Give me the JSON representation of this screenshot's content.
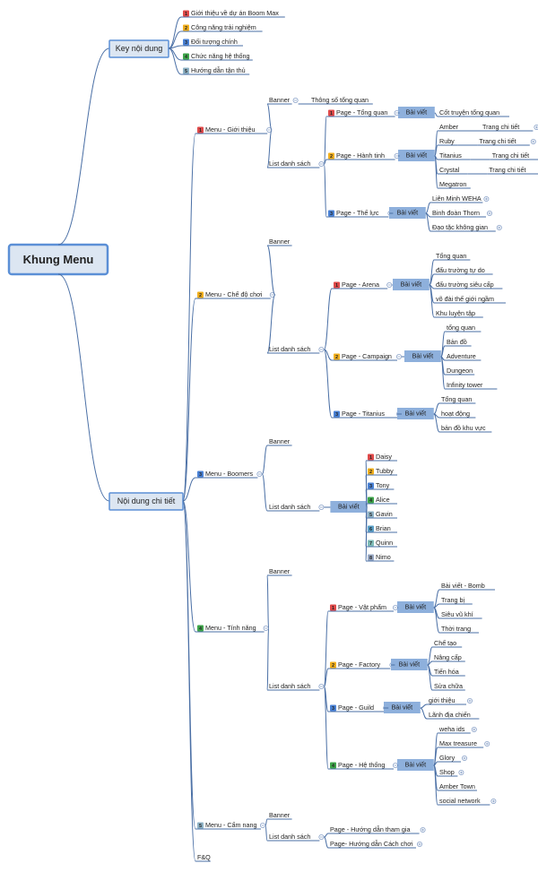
{
  "root": {
    "label": "Khung Menu"
  },
  "key_section": {
    "label": "Key nội dung",
    "items": [
      {
        "num": "1",
        "color": "#e04a4a",
        "label": "Giới thiệu về dự án Boom Max"
      },
      {
        "num": "2",
        "color": "#f2b01e",
        "label": "Công năng trải nghiệm"
      },
      {
        "num": "3",
        "color": "#4a82d6",
        "label": "Đối tượng chính"
      },
      {
        "num": "4",
        "color": "#3fa64b",
        "label": "Chức năng hệ thống"
      },
      {
        "num": "5",
        "color": "#8fb3c6",
        "label": "Hướng dẫn tận thủ"
      }
    ]
  },
  "detail_section": {
    "label": "Nội dung chi  tiết",
    "menus": [
      {
        "num": "1",
        "color": "#e04a4a",
        "label": "Menu - Giới thiệu",
        "banner": "Banner",
        "banner_child": "Thông số tổng quan",
        "list_label": "List danh sách",
        "pages": [
          {
            "num": "1",
            "color": "#e04a4a",
            "label": "Page - Tổng quan",
            "article": "Bài viết",
            "items": [
              {
                "label": "Cốt truyện tổng quan"
              }
            ]
          },
          {
            "num": "2",
            "color": "#f2b01e",
            "label": "Page - Hành tinh",
            "article": "Bài viết",
            "items": [
              {
                "label": "Amber",
                "detail": "Trang chi tiết"
              },
              {
                "label": "Ruby",
                "detail": "Trang chi tiết"
              },
              {
                "label": "Titanius",
                "detail": "Trang chi tiết"
              },
              {
                "label": "Crystal",
                "detail": "Trang chi tiết"
              },
              {
                "label": "Megatron"
              }
            ]
          },
          {
            "num": "3",
            "color": "#4a82d6",
            "label": "Page - Thế lực",
            "article": "Bài viết",
            "items": [
              {
                "label": "Liên Minh WEHA",
                "plus": true
              },
              {
                "label": "Binh đoàn Thorn",
                "plus": true
              },
              {
                "label": "Đạo tặc không gian",
                "plus": true
              }
            ]
          }
        ]
      },
      {
        "num": "2",
        "color": "#f2b01e",
        "label": "Menu - Chế độ chơi",
        "banner": "Banner",
        "list_label": "List danh sách",
        "pages": [
          {
            "num": "1",
            "color": "#e04a4a",
            "label": "Page - Arena",
            "article": "Bài viết",
            "items": [
              {
                "label": "Tổng quan"
              },
              {
                "label": "đấu trường tự do"
              },
              {
                "label": "đấu trường siêu cấp"
              },
              {
                "label": "võ đài thế giới ngầm"
              },
              {
                "label": "Khu luyện tập"
              }
            ]
          },
          {
            "num": "2",
            "color": "#f2b01e",
            "label": "Page - Campaign",
            "article": "Bài viết",
            "items": [
              {
                "label": "tổng quan"
              },
              {
                "label": "Bản đồ"
              },
              {
                "label": "Adventure"
              },
              {
                "label": "Dungeon"
              },
              {
                "label": "Infinity tower"
              }
            ]
          },
          {
            "num": "3",
            "color": "#4a82d6",
            "label": "Page - Titanius",
            "article": "Bài viết",
            "items": [
              {
                "label": "Tổng quan"
              },
              {
                "label": "hoạt động"
              },
              {
                "label": "bản đồ khu vực"
              }
            ]
          }
        ]
      },
      {
        "num": "3",
        "color": "#4a82d6",
        "label": "Menu - Boomers",
        "banner": "Banner",
        "list_label": "List danh sách",
        "article": "Bài viết",
        "boomers": [
          {
            "num": "1",
            "color": "#e04a4a",
            "label": "Daisy"
          },
          {
            "num": "2",
            "color": "#f2b01e",
            "label": "Tubby"
          },
          {
            "num": "3",
            "color": "#4a82d6",
            "label": "Tony"
          },
          {
            "num": "4",
            "color": "#3fa64b",
            "label": "Alice"
          },
          {
            "num": "5",
            "color": "#8fb3c6",
            "label": "Gavin"
          },
          {
            "num": "6",
            "color": "#5aa0c8",
            "label": "Brian"
          },
          {
            "num": "7",
            "color": "#7fbcb8",
            "label": "Quinn"
          },
          {
            "num": "8",
            "color": "#9aa9c4",
            "label": "Nimo"
          }
        ]
      },
      {
        "num": "4",
        "color": "#3fa64b",
        "label": "Menu - Tính năng",
        "banner": "Banner",
        "list_label": "List danh sách",
        "pages": [
          {
            "num": "1",
            "color": "#e04a4a",
            "label": "Page - Vật phẩm",
            "article": "Bài viết",
            "items": [
              {
                "label": "Bài viết - Bomb"
              },
              {
                "label": "Trang bị"
              },
              {
                "label": "Siêu vũ khí"
              },
              {
                "label": "Thời trang"
              }
            ]
          },
          {
            "num": "2",
            "color": "#f2b01e",
            "label": "Page - Factory",
            "article": "Bài viết",
            "items": [
              {
                "label": "Chế tạo"
              },
              {
                "label": "Nâng cấp"
              },
              {
                "label": "Tiến hóa"
              },
              {
                "label": "Sửa chữa"
              }
            ]
          },
          {
            "num": "3",
            "color": "#4a82d6",
            "label": "Page - Guild",
            "article": "Bài viết",
            "items": [
              {
                "label": "giới thiệu",
                "plus": true
              },
              {
                "label": "Lãnh địa chiến"
              }
            ]
          },
          {
            "num": "4",
            "color": "#3fa64b",
            "label": "Page - Hệ thống",
            "article": "Bài viết",
            "items": [
              {
                "label": "weha ids",
                "plus": true
              },
              {
                "label": "Max treasure",
                "plus": true
              },
              {
                "label": "Glory",
                "plus": true
              },
              {
                "label": "Shop",
                "plus": true
              },
              {
                "label": "Amber Town"
              },
              {
                "label": "social network",
                "plus": true
              }
            ]
          }
        ]
      },
      {
        "num": "5",
        "color": "#8fb3c6",
        "label": "Menu - Cẩm nang",
        "banner": "Banner",
        "list_label": "List danh sách",
        "guides": [
          {
            "label": "Page -  Hướng dẫn tham gia",
            "plus": true
          },
          {
            "label": "Page- Hướng dẫn Cách chơi",
            "plus": true
          }
        ]
      }
    ],
    "faq": "F&Q"
  },
  "colors": {
    "connector": "#4a6fa5",
    "root_fill": "#dce6f2",
    "root_stroke": "#5b8fd6",
    "article_fill": "#8eb0dc",
    "collapse_stroke": "#8aa2c8"
  }
}
